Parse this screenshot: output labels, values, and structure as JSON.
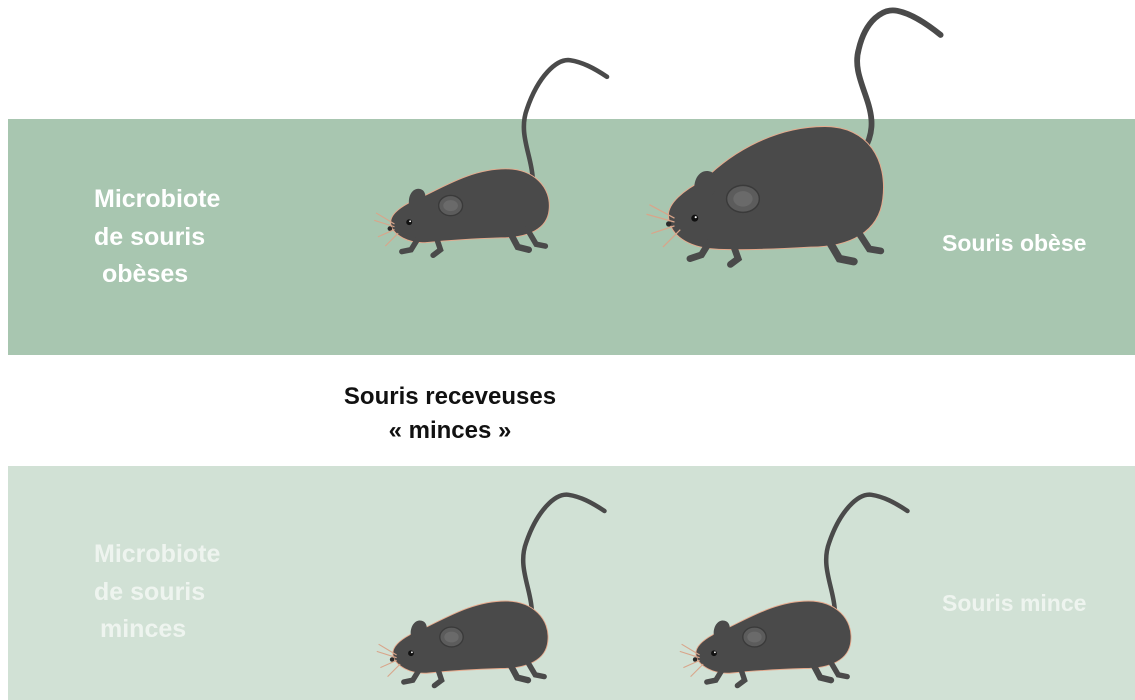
{
  "top_band": {
    "left_label": [
      "Microbiote",
      "de souris",
      "obèses"
    ],
    "right_label": "Souris obèse",
    "color": "#a8c6b0"
  },
  "middle_label": [
    "Souris receveuses",
    "« minces »"
  ],
  "bottom_band": {
    "left_label": [
      "Microbiote",
      "de souris",
      "minces"
    ],
    "right_label": "Souris mince",
    "color": "#d1e1d5"
  },
  "mouse_color": "#4a4a4a",
  "icons": {
    "mouse": "mouse-icon"
  }
}
